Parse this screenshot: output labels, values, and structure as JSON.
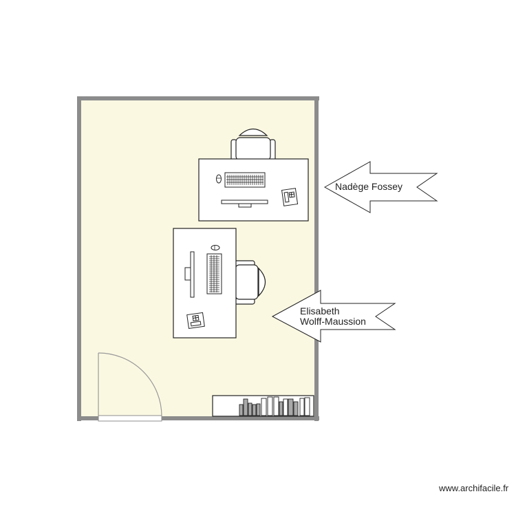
{
  "plan": {
    "labels": {
      "person_1": "Nadège Fossey",
      "person_2_line_1": "Elisabeth",
      "person_2_line_2": "Wolff-Maussion"
    },
    "watermark": "www.archifacile.fr",
    "colors": {
      "floor": "#fbf8e2",
      "wall": "#8c8c8c",
      "furniture_stroke": "#222222",
      "furniture_fill": "#ffffff",
      "book_fill": "#a9a9a9"
    }
  }
}
